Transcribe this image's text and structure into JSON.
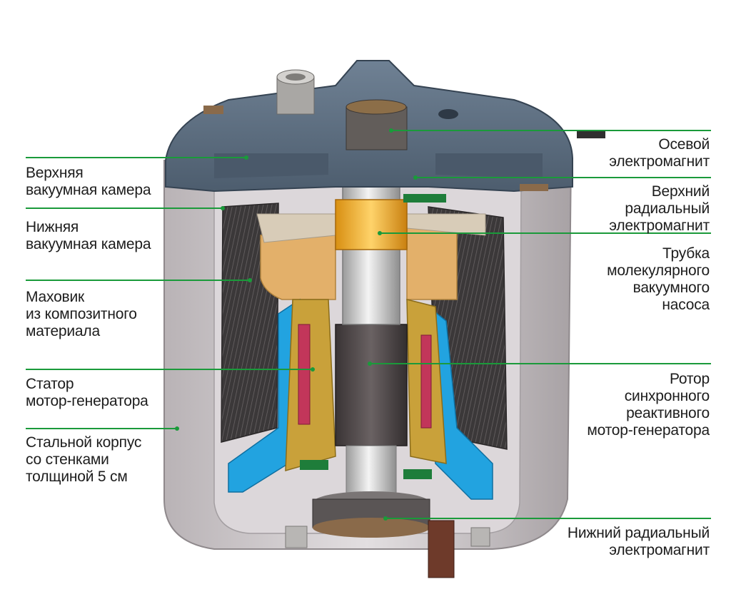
{
  "colors": {
    "leader": "#1a9a3a",
    "housing": "#cbc6c9",
    "lid": "#5d6f82",
    "flywheel": "#3e3b3c",
    "hub": "#e0a85c",
    "stator_gold": "#c9a13a",
    "blue": "#22a3e0",
    "coil": "#c2365a",
    "rotor": "#4a4445",
    "shaft": "#d9d9d9",
    "ring": "#f0b632"
  },
  "labels_left": [
    {
      "id": "upper-vacuum-chamber",
      "lines": [
        "Верхняя",
        "вакуумная камера"
      ]
    },
    {
      "id": "lower-vacuum-chamber",
      "lines": [
        "Нижняя",
        "вакуумная камера"
      ]
    },
    {
      "id": "composite-flywheel",
      "lines": [
        "Маховик",
        "из композитного",
        "материала"
      ]
    },
    {
      "id": "motor-generator-stator",
      "lines": [
        "Статор",
        "мотор-генератора"
      ]
    },
    {
      "id": "steel-housing",
      "lines": [
        "Стальной корпус",
        "со стенками",
        "толщиной 5 см"
      ]
    }
  ],
  "labels_right": [
    {
      "id": "axial-electromagnet",
      "lines": [
        "Осевой",
        "электромагнит"
      ]
    },
    {
      "id": "upper-radial-electromagnet",
      "lines": [
        "Верхний",
        "радиальный",
        "электромагнит"
      ]
    },
    {
      "id": "molecular-pump-tube",
      "lines": [
        "Трубка",
        "молекулярного",
        "вакуумного",
        "насоса"
      ]
    },
    {
      "id": "reluctance-rotor",
      "lines": [
        "Ротор",
        "синхронного",
        "реактивного",
        "мотор-генератора"
      ]
    },
    {
      "id": "lower-radial-electromagnet",
      "lines": [
        "Нижний радиальный",
        "электромагнит"
      ]
    }
  ]
}
